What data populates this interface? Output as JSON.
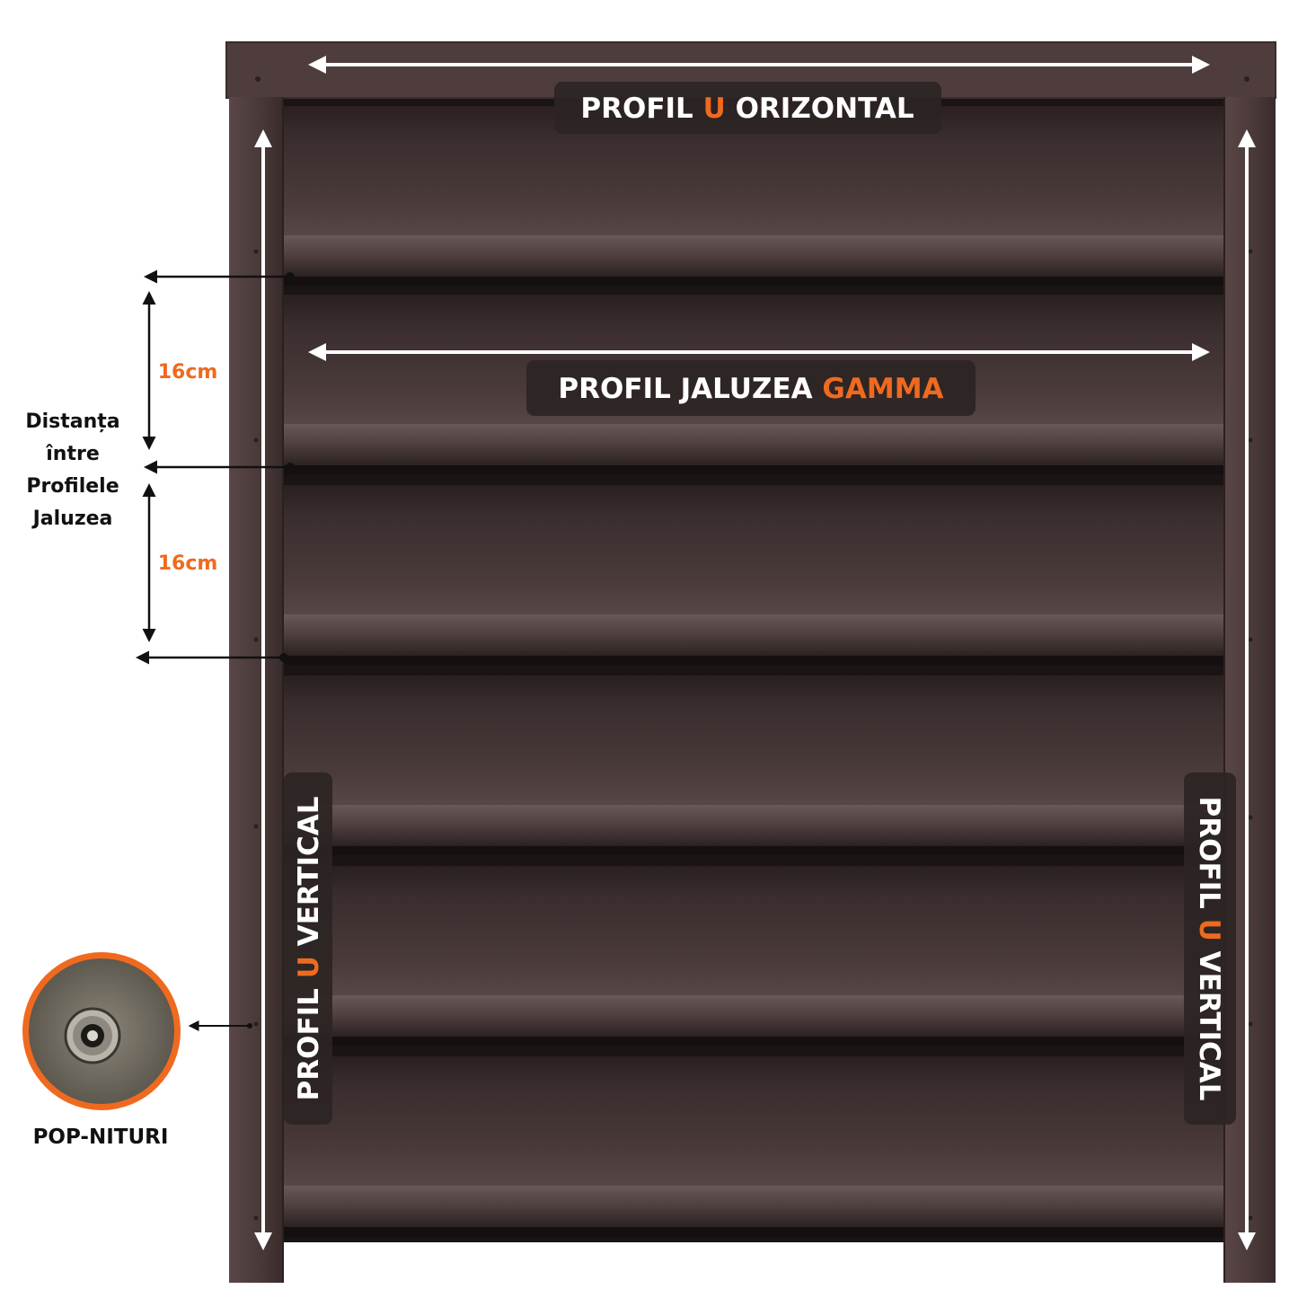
{
  "labels": {
    "top_rail": {
      "prefix": "PROFIL ",
      "accent": "U",
      "suffix": " ORIZONTAL"
    },
    "slat": {
      "prefix": "PROFIL JALUZEA ",
      "accent": "GAMMA",
      "suffix": ""
    },
    "left_post": {
      "prefix": "PROFIL ",
      "accent": "U",
      "suffix": " VERTICAL"
    },
    "right_post": {
      "prefix": "PROFIL ",
      "accent": "U",
      "suffix": " VERTICAL"
    }
  },
  "spacing": {
    "upper_value": "16cm",
    "lower_value": "16cm",
    "caption_lines": [
      "Distanța",
      "între",
      "Profilele",
      "Jaluzea"
    ]
  },
  "rivet": {
    "caption": "POP-NITURI"
  },
  "colors": {
    "frame": "#4a3a3a",
    "slat": "#3d3030",
    "accent": "#ef6a1f",
    "label_bg": "#2c2424",
    "label_text": "#ffffff"
  }
}
